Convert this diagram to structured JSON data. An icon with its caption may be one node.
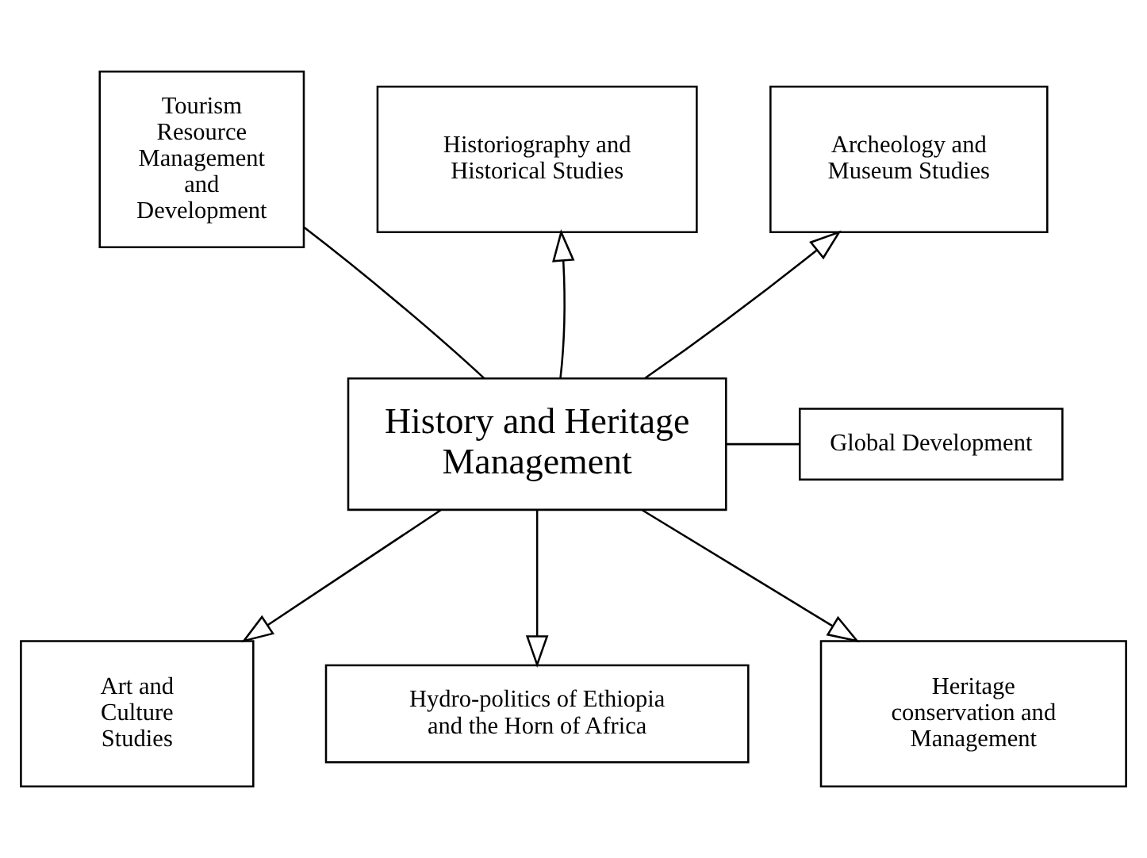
{
  "diagram": {
    "nodes": [
      {
        "text": [
          "History and Heritage Management"
        ]
      },
      {
        "text": [
          "Tourism Resource Management and Development"
        ]
      },
      {
        "text": [
          "Historiography and Historical Studies"
        ]
      },
      {
        "text": [
          "Archeology and Museum Studies"
        ]
      },
      {
        "text": [
          "Global Development"
        ]
      },
      {
        "text": [
          "Art and Culture Studies"
        ]
      },
      {
        "text": [
          "Hydro-politics of Ethiopia and the Horn of Africa"
        ]
      },
      {
        "text": [
          "Heritage conservation and Management"
        ]
      }
    ],
    "edges": [
      {
        "from": 0,
        "to": 1,
        "arrow": "none"
      },
      {
        "from": 0,
        "to": 2,
        "arrow": "to"
      },
      {
        "from": 0,
        "to": 3,
        "arrow": "to"
      },
      {
        "from": 0,
        "to": 4,
        "arrow": "none"
      },
      {
        "from": 0,
        "to": 5,
        "arrow": "to"
      },
      {
        "from": 0,
        "to": 6,
        "arrow": "to"
      },
      {
        "from": 0,
        "to": 7,
        "arrow": "to"
      }
    ]
  }
}
